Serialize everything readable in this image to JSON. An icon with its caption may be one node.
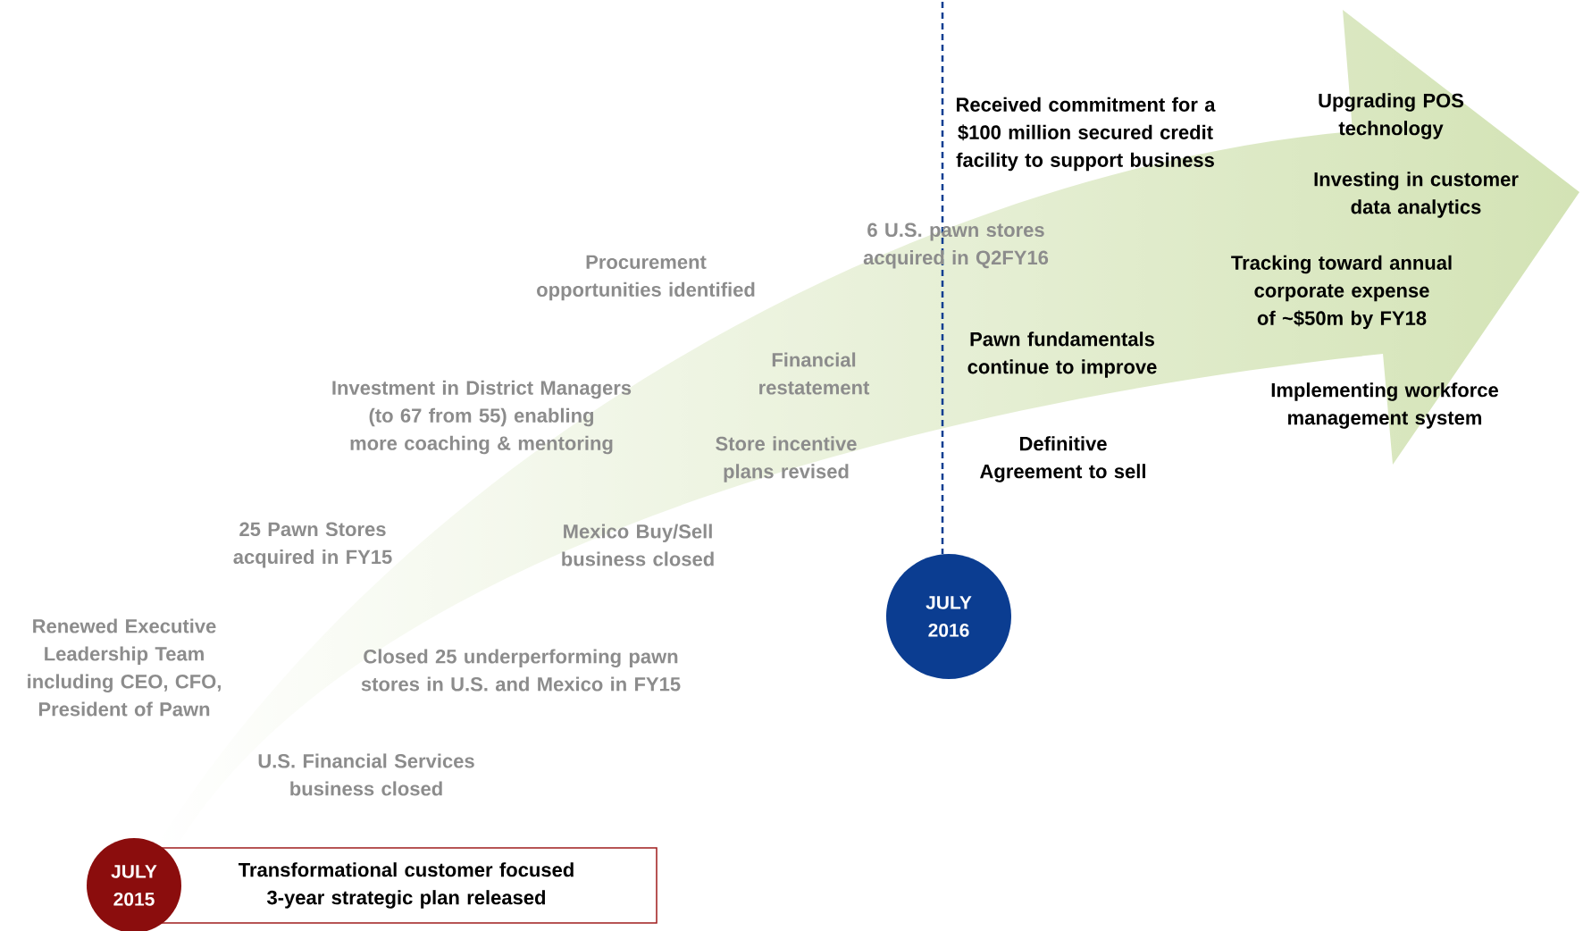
{
  "diagram": {
    "nodes": [
      {
        "text": [
          "JULY 2015"
        ]
      },
      {
        "text": [
          "Transformational customer focused 3-year strategic plan released"
        ]
      },
      {
        "text": [
          "JULY 2016"
        ]
      }
    ],
    "labels": [
      "Received commitment for a $100 million secured credit facility to support business",
      "Upgrading POS technology",
      "Investing in customer data analytics",
      "6 U.S. pawn stores acquired in Q2FY16",
      "Procurement opportunities identified",
      "Tracking toward annual corporate expense of ~$50m by FY18",
      "Pawn fundamentals continue to improve",
      "Financial restatement",
      "Implementing workforce management system",
      "Investment in District Managers (to 67 from 55) enabling more coaching & mentoring",
      "Store incentive plans revised",
      "Definitive Agreement to sell",
      "25 Pawn Stores acquired in FY15",
      "Mexico Buy/Sell business closed",
      "Renewed Executive Leadership Team including CEO, CFO, President of Pawn",
      "Closed 25 underperforming pawn stores in U.S. and Mexico in FY15",
      "U.S. Financial Services business closed"
    ]
  }
}
